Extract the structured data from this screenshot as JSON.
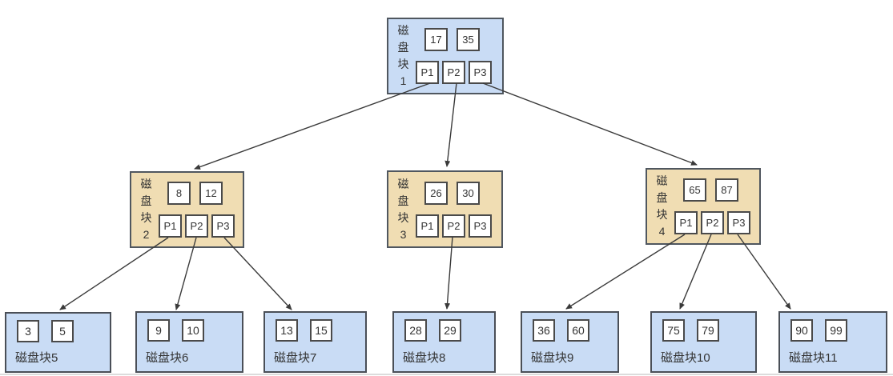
{
  "diagram": {
    "description": "B-tree index disk block diagram",
    "colors": {
      "blue_fill": "#c9dcf5",
      "tan_fill": "#f0ddb3",
      "node_border": "#50575f",
      "cell_fill": "#ffffff",
      "cell_border": "#4a4a4a",
      "arrow": "#3a3a3a",
      "text": "#333333"
    },
    "nodes": {
      "b1": {
        "label": "磁盘块1",
        "keys": [
          "17",
          "35"
        ],
        "pointers": [
          "P1",
          "P2",
          "P3"
        ]
      },
      "b2": {
        "label": "磁盘块2",
        "keys": [
          "8",
          "12"
        ],
        "pointers": [
          "P1",
          "P2",
          "P3"
        ]
      },
      "b3": {
        "label": "磁盘块3",
        "keys": [
          "26",
          "30"
        ],
        "pointers": [
          "P1",
          "P2",
          "P3"
        ]
      },
      "b4": {
        "label": "磁盘块4",
        "keys": [
          "65",
          "87"
        ],
        "pointers": [
          "P1",
          "P2",
          "P3"
        ]
      },
      "b5": {
        "label": "磁盘块5",
        "keys": [
          "3",
          "5"
        ]
      },
      "b6": {
        "label": "磁盘块6",
        "keys": [
          "9",
          "10"
        ]
      },
      "b7": {
        "label": "磁盘块7",
        "keys": [
          "13",
          "15"
        ]
      },
      "b8": {
        "label": "磁盘块8",
        "keys": [
          "28",
          "29"
        ]
      },
      "b9": {
        "label": "磁盘块9",
        "keys": [
          "36",
          "60"
        ]
      },
      "b10": {
        "label": "磁盘块10",
        "keys": [
          "75",
          "79"
        ]
      },
      "b11": {
        "label": "磁盘块11",
        "keys": [
          "90",
          "99"
        ]
      }
    },
    "edges": [
      {
        "from": "磁盘块1.P1",
        "to": "磁盘块2"
      },
      {
        "from": "磁盘块1.P2",
        "to": "磁盘块3"
      },
      {
        "from": "磁盘块1.P3",
        "to": "磁盘块4"
      },
      {
        "from": "磁盘块2.P1",
        "to": "磁盘块5"
      },
      {
        "from": "磁盘块2.P2",
        "to": "磁盘块6"
      },
      {
        "from": "磁盘块2.P3",
        "to": "磁盘块7"
      },
      {
        "from": "磁盘块3.P2",
        "to": "磁盘块8"
      },
      {
        "from": "磁盘块4.P1",
        "to": "磁盘块9"
      },
      {
        "from": "磁盘块4.P2",
        "to": "磁盘块10"
      },
      {
        "from": "磁盘块4.P3",
        "to": "磁盘块11"
      }
    ]
  }
}
